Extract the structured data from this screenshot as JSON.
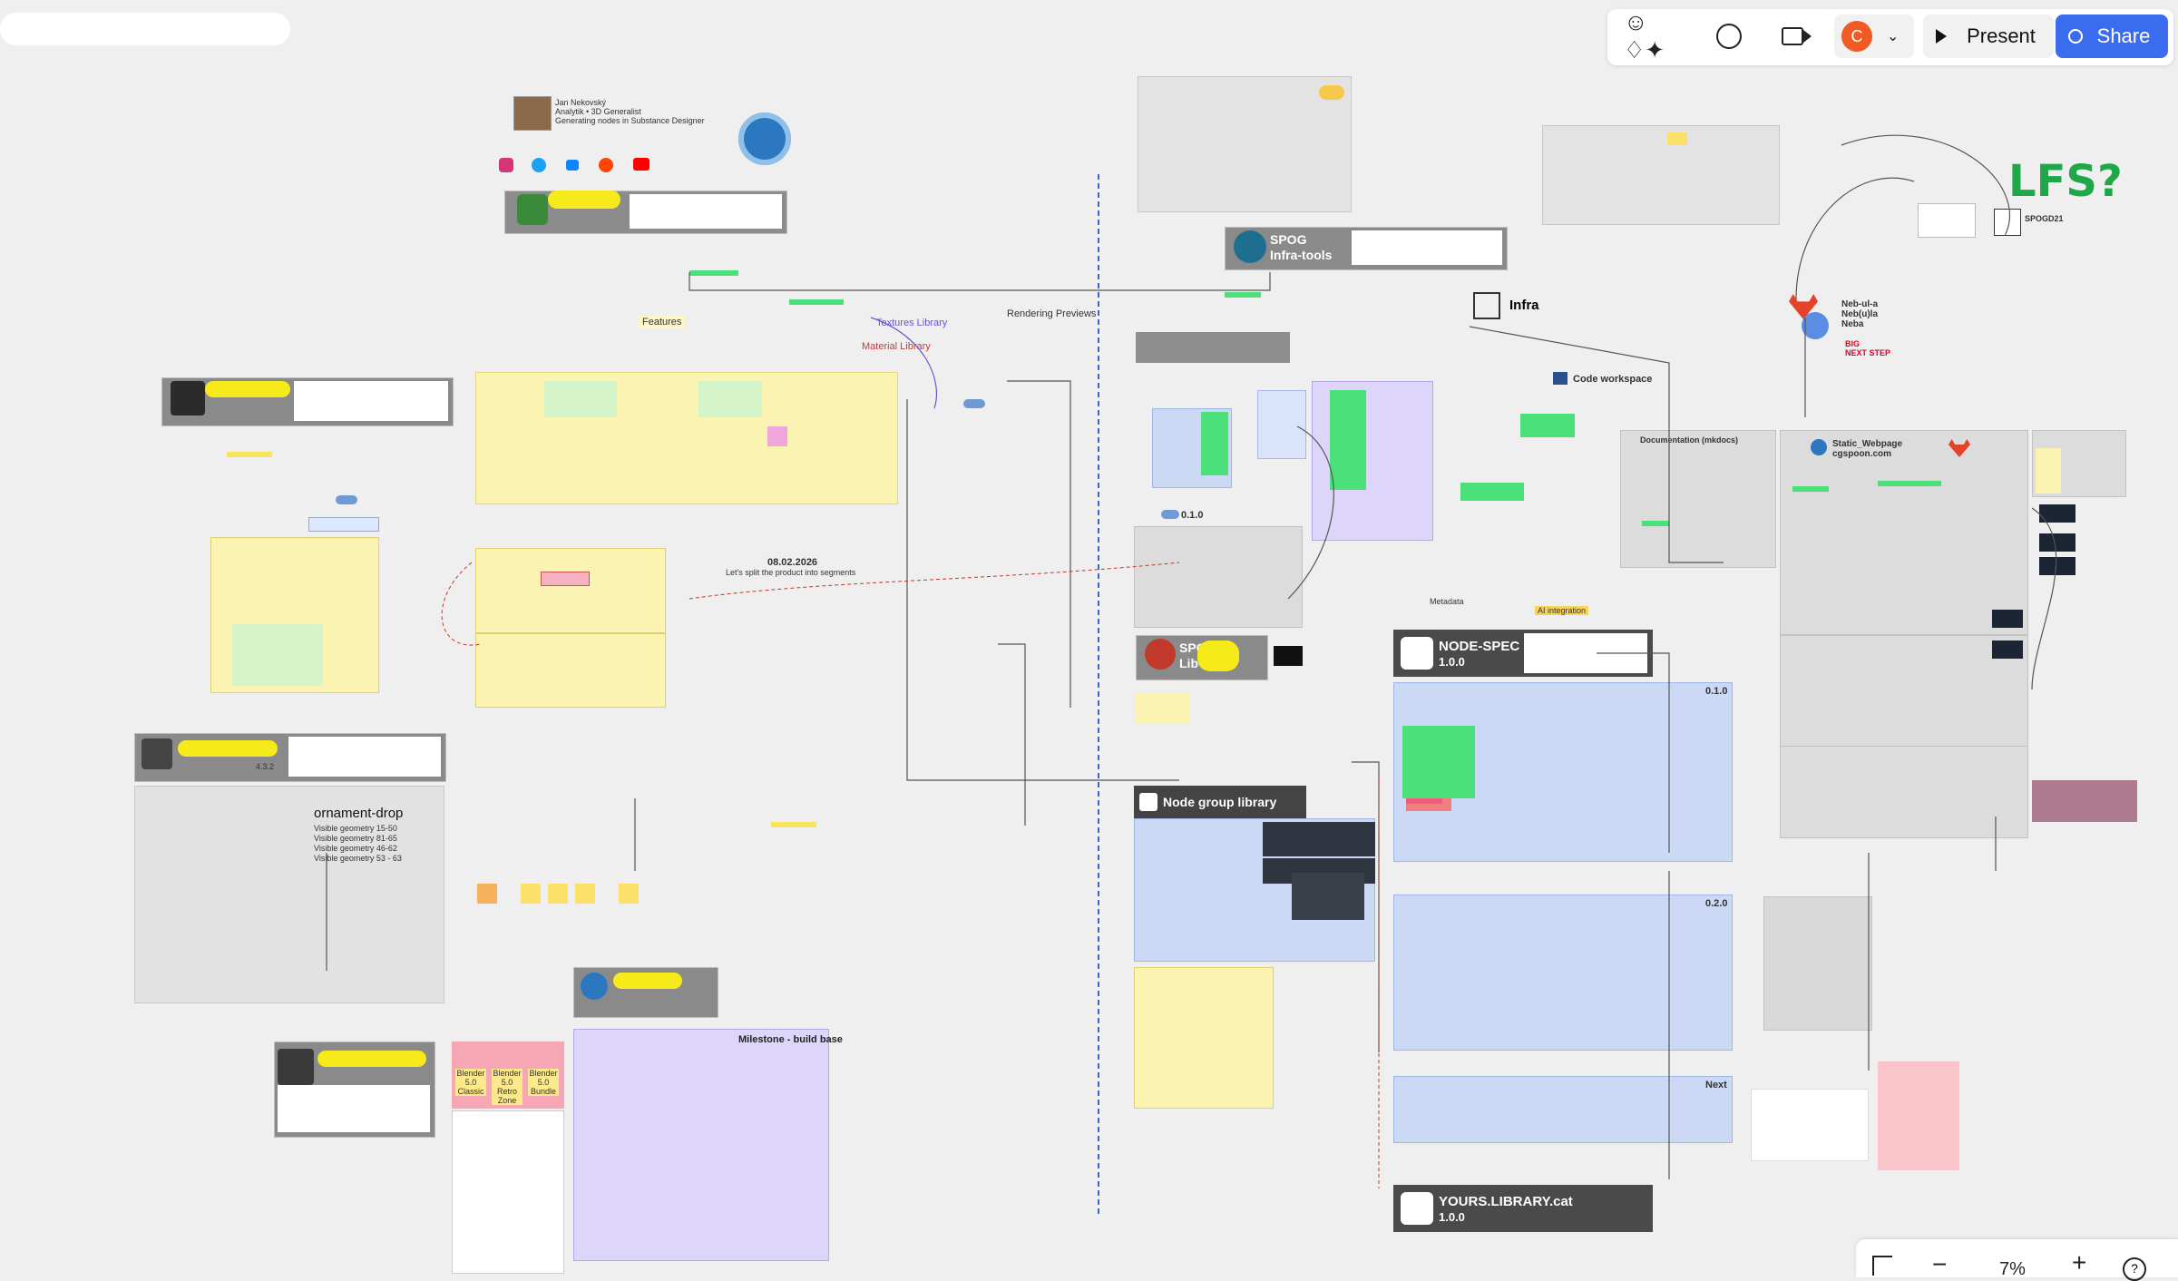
{
  "toolbar": {
    "present_label": "Present",
    "share_label": "Share",
    "avatar_initial": "C",
    "zoom_level": "7%"
  },
  "frames": {
    "spog_infra": {
      "title": "SPOG Infra-tools"
    },
    "infra": {
      "title": "Infra"
    },
    "code_workspace": {
      "title": "Code workspace"
    },
    "lfs": {
      "title": "LFS?"
    },
    "spogd": {
      "title": "SPOGD21"
    },
    "nebula": {
      "title": "Neb-ul-a\nNeb(u)la\nNeba",
      "big_next": "BIG\nNEXT STEP"
    },
    "static_webpage": {
      "title": "Static_Webpage\ncgspoon.com"
    },
    "documentation": {
      "title": "Documentation (mkdocs)"
    },
    "node_spec": {
      "title": "NODE-SPEC",
      "version": "1.0.0",
      "section_010": "0.1.0",
      "section_020": "0.2.0",
      "section_next": "Next"
    },
    "node_group_library": {
      "title": "Node group library"
    },
    "yours_library": {
      "title": "YOURS.LIBRARY.cat",
      "version": "1.0.0"
    },
    "ornament_drop": {
      "title": "ornament-drop",
      "lines": [
        "Visible geometry 15-50",
        "Visible geometry 81-65",
        "Visible geometry 46-62",
        "Visible geometry 53 - 63"
      ]
    },
    "milestone": {
      "title": "Milestone - build base"
    },
    "spog_lib": {
      "title": "SPOG Lib"
    },
    "ornament_version": {
      "title": "4.3.2"
    },
    "section_rendering": {
      "title": "Rendering Previews"
    },
    "date_label": {
      "title": "08.02.2026"
    },
    "release_010": {
      "title": "0.1.0"
    },
    "next": {
      "title": "Next"
    },
    "metadata": {
      "title": "Metadata"
    },
    "ai_integration": {
      "title": "AI integration"
    },
    "textures_library": {
      "title": "Textures Library"
    },
    "material_library": {
      "title": "Material Library"
    },
    "features": {
      "title": "Features"
    },
    "blender_cards": [
      "Blender 5.0 Classic",
      "Blender 5.0 Retro Zone",
      "Blender 5.0 Bundle"
    ]
  }
}
